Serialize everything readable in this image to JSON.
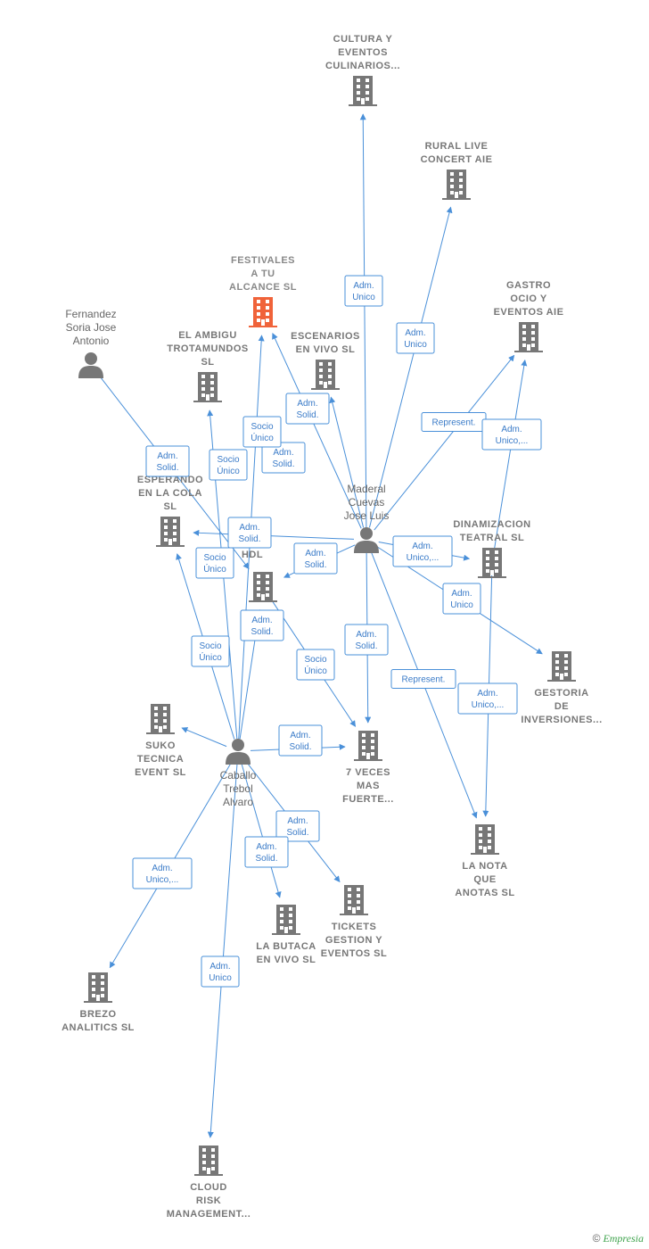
{
  "colors": {
    "edge": "#4a90d9",
    "company": "#777777",
    "focus": "#f0633a",
    "person": "#777777"
  },
  "companies": [
    {
      "id": "cultura",
      "icon": "building-icon",
      "lines": [
        "CULTURA Y",
        "EVENTOS",
        "CULINARIOS..."
      ]
    },
    {
      "id": "rural",
      "icon": "building-icon",
      "lines": [
        "RURAL LIVE",
        "CONCERT AIE"
      ]
    },
    {
      "id": "festivales",
      "icon": "building-icon",
      "focus": true,
      "lines": [
        "FESTIVALES",
        "A TU",
        "ALCANCE  SL"
      ]
    },
    {
      "id": "gastro",
      "icon": "building-icon",
      "lines": [
        "GASTRO",
        "OCIO Y",
        "EVENTOS AIE"
      ]
    },
    {
      "id": "ambigu",
      "icon": "building-icon",
      "lines": [
        "EL AMBIGU",
        "TROTAMUNDOS",
        "SL"
      ]
    },
    {
      "id": "escenarios",
      "icon": "building-icon",
      "lines": [
        "ESCENARIOS",
        "EN VIVO  SL"
      ]
    },
    {
      "id": "esperando",
      "icon": "building-icon",
      "lines": [
        "ESPERANDO",
        "EN LA COLA",
        "SL"
      ]
    },
    {
      "id": "dinamizacion",
      "icon": "building-icon",
      "lines": [
        "DINAMIZACION",
        "TEATRAL  SL"
      ]
    },
    {
      "id": "hdl",
      "icon": "building-icon",
      "lines": [
        "DE",
        "HDL"
      ]
    },
    {
      "id": "gestoria",
      "icon": "building-icon",
      "lines": [
        "GESTORIA",
        "DE",
        "INVERSIONES..."
      ]
    },
    {
      "id": "suko",
      "icon": "building-icon",
      "lines": [
        "SUKO",
        "TECNICA",
        "EVENT  SL"
      ]
    },
    {
      "id": "sieteveces",
      "icon": "building-icon",
      "lines": [
        "7 VECES",
        "MAS",
        "FUERTE..."
      ]
    },
    {
      "id": "lanota",
      "icon": "building-icon",
      "lines": [
        "LA NOTA",
        "QUE",
        "ANOTAS  SL"
      ]
    },
    {
      "id": "tickets",
      "icon": "building-icon",
      "lines": [
        "TICKETS",
        "GESTION Y",
        "EVENTOS  SL"
      ]
    },
    {
      "id": "butaca",
      "icon": "building-icon",
      "lines": [
        "LA BUTACA",
        "EN VIVO  SL"
      ]
    },
    {
      "id": "brezo",
      "icon": "building-icon",
      "lines": [
        "BREZO",
        "ANALITICS  SL"
      ]
    },
    {
      "id": "cloud",
      "icon": "building-icon",
      "lines": [
        "CLOUD",
        "RISK",
        "MANAGEMENT..."
      ]
    }
  ],
  "persons": [
    {
      "id": "fernandez",
      "icon": "person-icon",
      "lines": [
        "Fernandez",
        "Soria Jose",
        "Antonio"
      ]
    },
    {
      "id": "maderal",
      "icon": "person-icon",
      "lines": [
        "Maderal",
        "Cuevas",
        "Jose Luis"
      ]
    },
    {
      "id": "caballo",
      "icon": "person-icon",
      "lines": [
        "Caballo",
        "Trebol",
        "Alvaro"
      ]
    }
  ],
  "relations": [
    {
      "from": "maderal",
      "to": "cultura",
      "label": [
        "Adm.",
        "Unico"
      ]
    },
    {
      "from": "maderal",
      "to": "rural",
      "label": [
        "Adm.",
        "Unico"
      ]
    },
    {
      "from": "maderal",
      "to": "gastro",
      "label": [
        "Represent."
      ]
    },
    {
      "from": "dinamizacion",
      "to": "gastro",
      "label": [
        "Adm.",
        "Unico,..."
      ]
    },
    {
      "from": "maderal",
      "to": "escenarios",
      "label": [
        "Adm.",
        "Solid."
      ]
    },
    {
      "from": "maderal",
      "to": "festivales",
      "label": [
        "Adm.",
        "Solid."
      ]
    },
    {
      "from": "caballo",
      "to": "festivales",
      "label": [
        "Socio",
        "Único"
      ]
    },
    {
      "from": "caballo",
      "to": "ambigu",
      "label": [
        "Socio",
        "Único"
      ]
    },
    {
      "from": "fernandez",
      "to": "hdl",
      "label": [
        "Adm.",
        "Solid."
      ]
    },
    {
      "from": "maderal",
      "to": "dinamizacion",
      "label": [
        "Adm.",
        "Unico,..."
      ]
    },
    {
      "from": "maderal",
      "to": "gestoria",
      "label": [
        "Adm.",
        "Unico"
      ]
    },
    {
      "from": "dinamizacion",
      "to": "lanota",
      "label": [
        "Adm.",
        "Unico,..."
      ]
    },
    {
      "from": "maderal",
      "to": "lanota",
      "label": [
        "Represent."
      ]
    },
    {
      "from": "maderal",
      "to": "esperando",
      "label": [
        "Adm.",
        "Solid."
      ]
    },
    {
      "from": "caballo",
      "to": "esperando",
      "label": [
        "Socio",
        "Único"
      ]
    },
    {
      "from": "maderal",
      "to": "hdl",
      "label": [
        "Adm.",
        "Solid."
      ]
    },
    {
      "from": "caballo",
      "to": "suko",
      "label": [
        "Socio",
        "Único"
      ]
    },
    {
      "from": "caballo",
      "to": "hdl",
      "label": [
        "Adm.",
        "Solid."
      ]
    },
    {
      "from": "maderal",
      "to": "sieteveces",
      "label": [
        "Adm.",
        "Solid."
      ]
    },
    {
      "from": "caballo",
      "to": "sieteveces",
      "label": [
        "Adm.",
        "Solid."
      ]
    },
    {
      "from": "hdl",
      "to": "sieteveces",
      "label": [
        "Socio",
        "Único"
      ]
    },
    {
      "from": "caballo",
      "to": "tickets",
      "label": [
        "Adm.",
        "Solid."
      ]
    },
    {
      "from": "caballo",
      "to": "butaca",
      "label": [
        "Adm.",
        "Solid."
      ]
    },
    {
      "from": "caballo",
      "to": "brezo",
      "label": [
        "Adm.",
        "Unico,..."
      ]
    },
    {
      "from": "caballo",
      "to": "cloud",
      "label": [
        "Adm.",
        "Unico"
      ]
    }
  ],
  "footer": {
    "copyright": "©",
    "brand": "Empresia"
  }
}
